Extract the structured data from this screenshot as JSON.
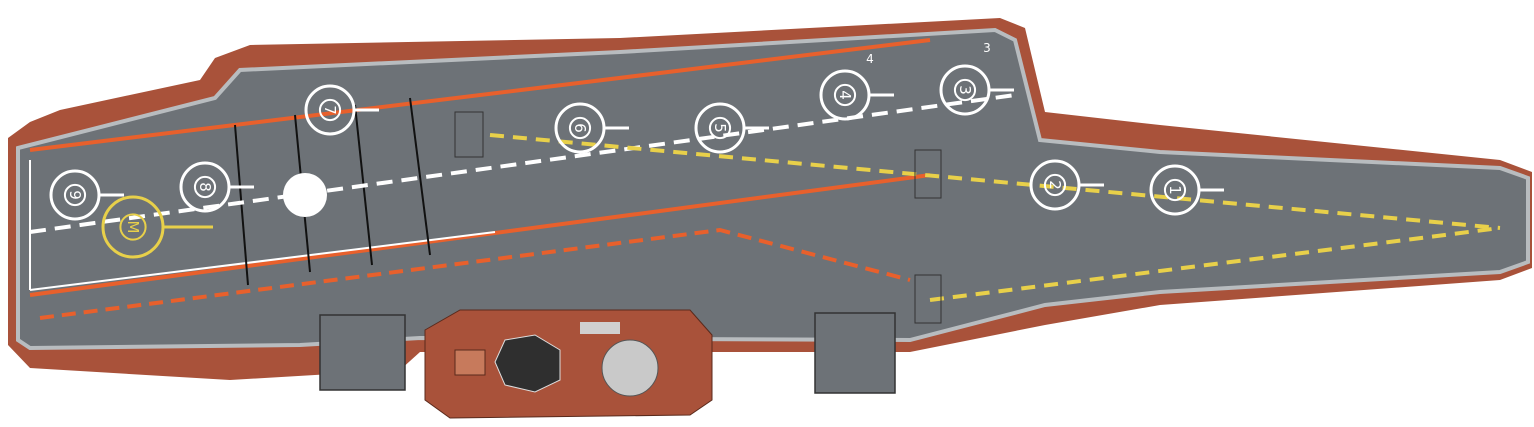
{
  "title": "Aircraft carrier flight deck plan view",
  "colors": {
    "deck": "#6d7277",
    "hull_edge": "#a9523a",
    "rim": "#b8bcbf",
    "marking_white": "#ffffff",
    "marking_orange": "#e8602c",
    "marking_yellow": "#e8d04a"
  },
  "deck_spots": [
    {
      "label": "9",
      "color": "white"
    },
    {
      "label": "8",
      "color": "white"
    },
    {
      "label": "7",
      "color": "white"
    },
    {
      "label": "6",
      "color": "white"
    },
    {
      "label": "5",
      "color": "white"
    },
    {
      "label": "4",
      "color": "white"
    },
    {
      "label": "3",
      "color": "white"
    },
    {
      "label": "2",
      "color": "white"
    },
    {
      "label": "1",
      "color": "white"
    },
    {
      "label": "M",
      "color": "yellow"
    }
  ],
  "edge_marks": [
    "4",
    "3"
  ]
}
